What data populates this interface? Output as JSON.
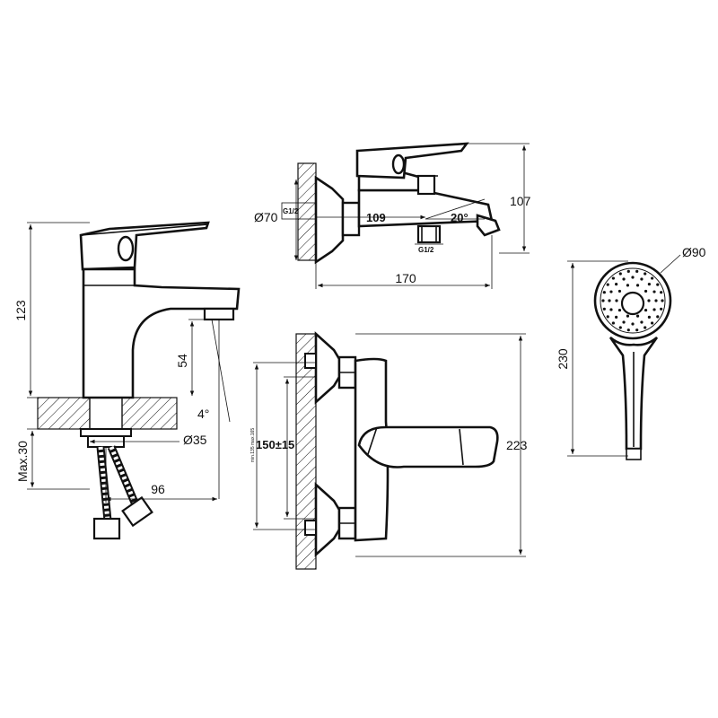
{
  "basin_mixer": {
    "height": "123",
    "spout_height": "54",
    "angle": "4°",
    "hole_diameter": "Ø35",
    "max_thickness": "Max.30",
    "reach": "96"
  },
  "bath_mixer_side": {
    "thread_left": "G1/2",
    "flange_diameter": "Ø70",
    "spout_length": "109",
    "angle": "20°",
    "thread_bottom": "G1/2",
    "height": "107",
    "depth": "170"
  },
  "bath_mixer_front": {
    "centers": "150±15",
    "center_range": "min.135 max.165",
    "width": "223"
  },
  "hand_shower": {
    "head_diameter": "Ø90",
    "length": "230"
  }
}
